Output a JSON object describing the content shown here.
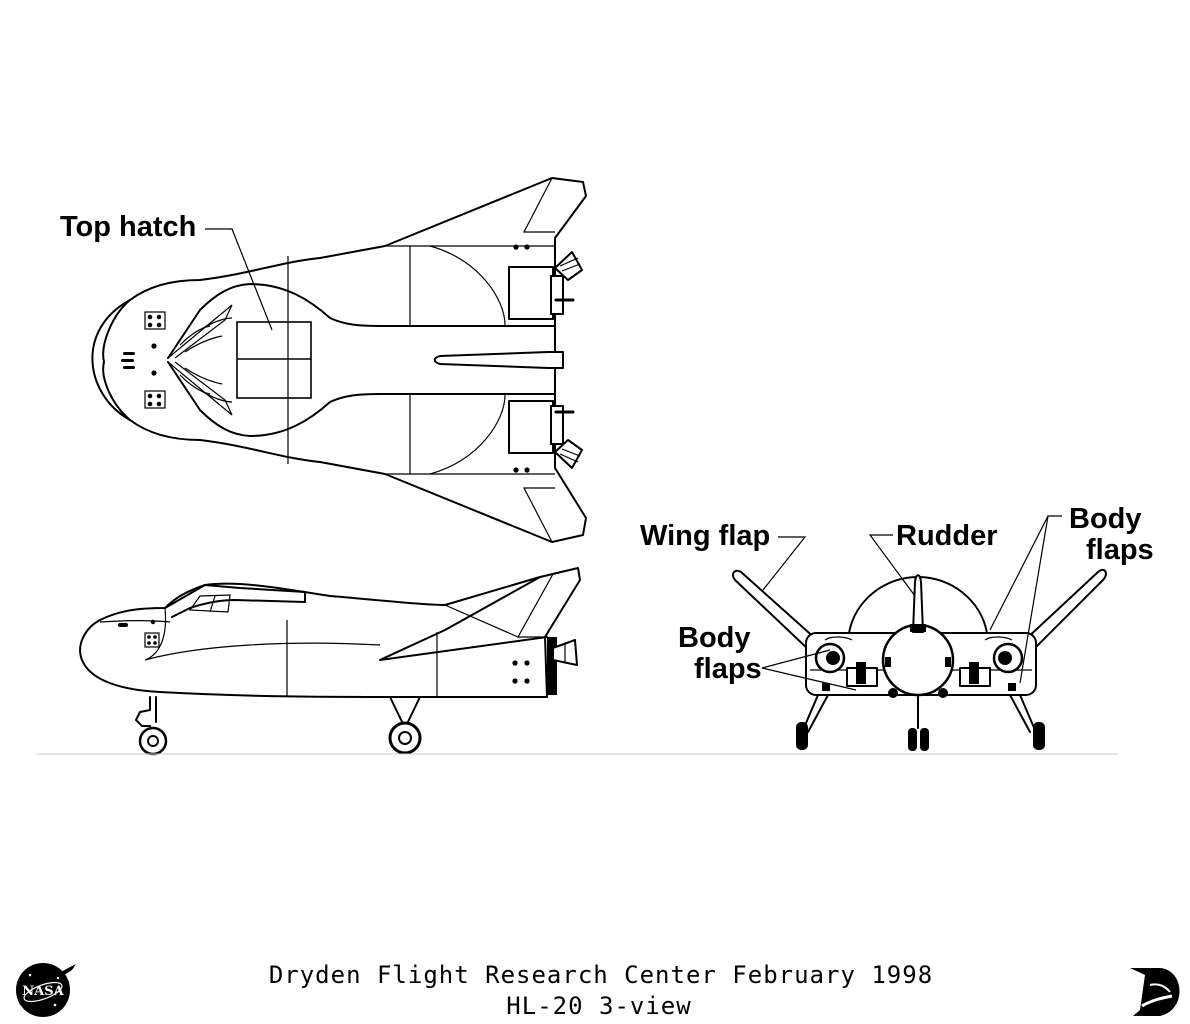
{
  "labels": {
    "top_hatch": "Top hatch",
    "wing_flap": "Wing flap",
    "rudder": "Rudder",
    "body_flaps_right_line1": "Body",
    "body_flaps_right_line2": "flaps",
    "body_flaps_left_line1": "Body",
    "body_flaps_left_line2": "flaps"
  },
  "caption": {
    "line1": "Dryden Flight Research Center  February 1998",
    "line2": "HL-20 3-view"
  },
  "logos": {
    "nasa_text": "NASA",
    "nasa_icon": "nasa-meatball-icon",
    "dryden_icon": "dryden-logo-icon"
  }
}
